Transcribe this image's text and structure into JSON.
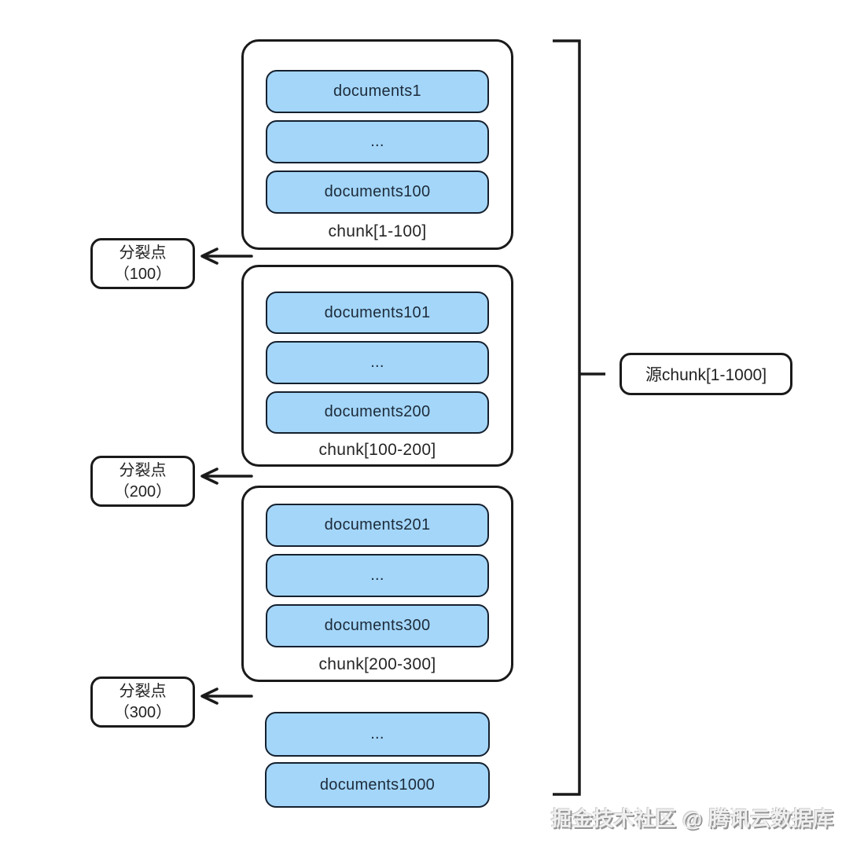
{
  "diagram": {
    "colors": {
      "background": "#ffffff",
      "doc_fill": "#a4d6f9",
      "border_dark": "#1a1a1a",
      "doc_text": "#1c2b3a"
    },
    "chunks": [
      {
        "label": "chunk[1-100]",
        "docs": [
          "documents1",
          "...",
          "documents100"
        ]
      },
      {
        "label": "chunk[100-200]",
        "docs": [
          "documents101",
          "...",
          "documents200"
        ]
      },
      {
        "label": "chunk[200-300]",
        "docs": [
          "documents201",
          "...",
          "documents300"
        ]
      }
    ],
    "tail_docs": [
      "...",
      "documents1000"
    ],
    "split_points": [
      {
        "line1": "分裂点",
        "line2": "（100）"
      },
      {
        "line1": "分裂点",
        "line2": "（200）"
      },
      {
        "line1": "分裂点",
        "line2": "（300）"
      }
    ],
    "source_label": "源chunk[1-1000]",
    "watermark": "掘金技术社区 @ 腾讯云数据库"
  }
}
